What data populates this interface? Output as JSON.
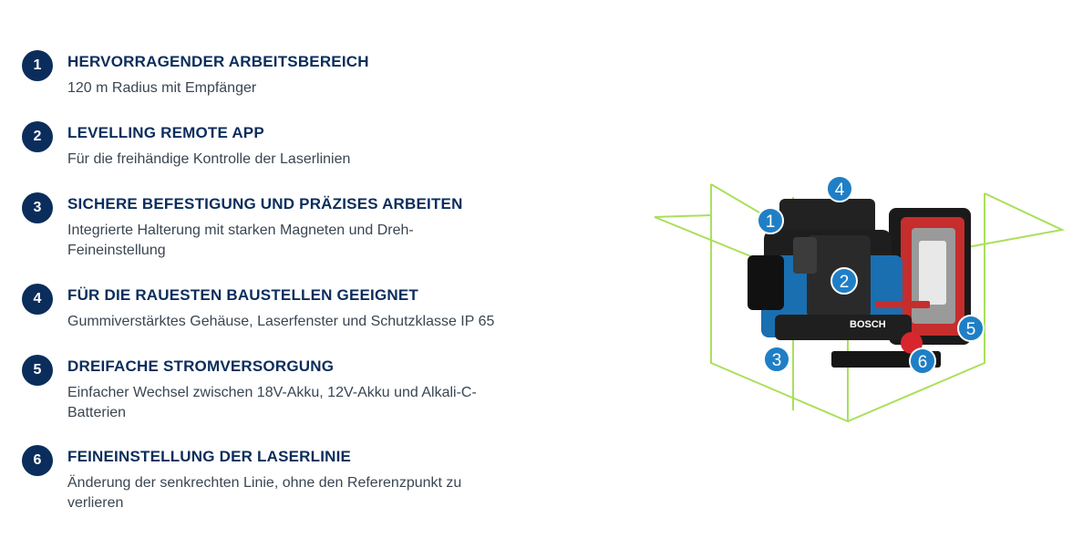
{
  "colors": {
    "navy": "#0b2d5c",
    "text": "#3a4652",
    "laser": "#a9e05a",
    "callout": "#1f7fc6",
    "body_blue": "#1a6fb1",
    "knob_red": "#d7262e"
  },
  "features": [
    {
      "number": "1",
      "title": "HERVORRAGENDER ARBEITSBEREICH",
      "description": "120 m Radius mit Empfänger"
    },
    {
      "number": "2",
      "title": "LEVELLING REMOTE APP",
      "description": "Für die freihändige Kontrolle der Laserlinien"
    },
    {
      "number": "3",
      "title": "SICHERE BEFESTIGUNG UND PRÄZISES ARBEITEN",
      "description": "Integrierte Halterung mit starken Magneten und Dreh-Feineinstellung"
    },
    {
      "number": "4",
      "title": "FÜR DIE RAUESTEN BAUSTELLEN GEEIGNET",
      "description": "Gummiverstärktes Gehäuse, Laserfenster und Schutzklasse IP 65"
    },
    {
      "number": "5",
      "title": "DREIFACHE STROMVERSORGUNG",
      "description": "Einfacher Wechsel zwischen 18V-Akku, 12V-Akku und Alkali-C-Batterien"
    },
    {
      "number": "6",
      "title": "FEINEINSTELLUNG DER LASERLINIE",
      "description": "Änderung der senkrechten Linie, ohne den Referenzpunkt zu verlieren"
    }
  ],
  "product": {
    "brand": "BOSCH",
    "callouts": [
      "1",
      "2",
      "3",
      "4",
      "5",
      "6"
    ]
  }
}
